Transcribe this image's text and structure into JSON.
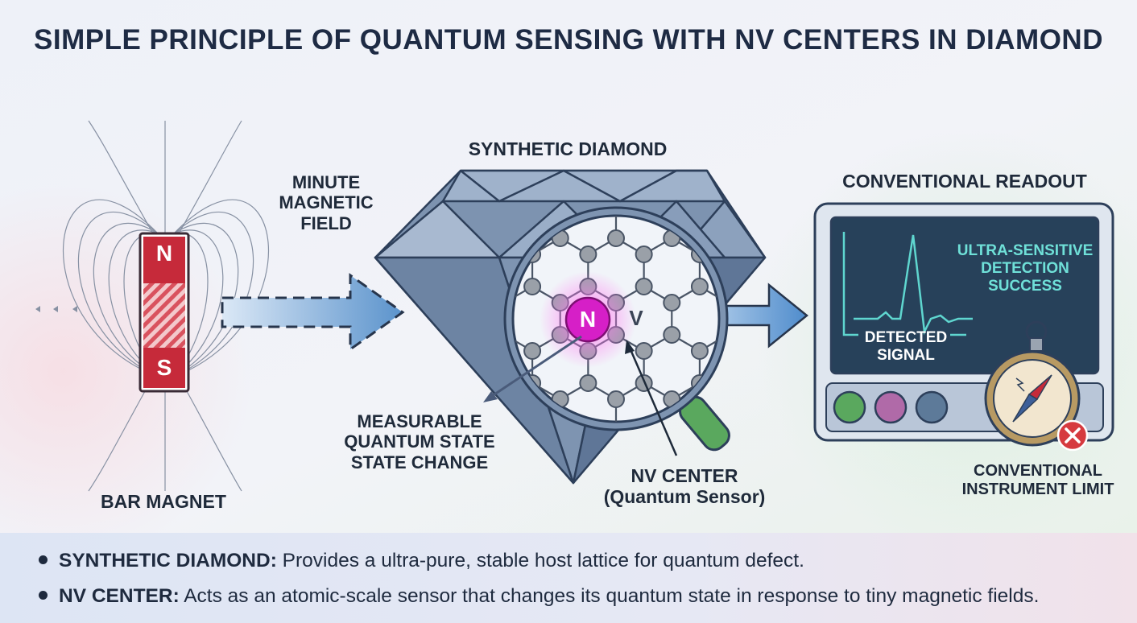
{
  "title": "SIMPLE PRINCIPLE OF QUANTUM SENSING WITH NV CENTERS IN DIAMOND",
  "magnet": {
    "north": "N",
    "south": "S",
    "label": "BAR MAGNET"
  },
  "field_label": [
    "MINUTE",
    "MAGNETIC",
    "FIELD"
  ],
  "diamond": {
    "label": "SYNTHETIC DIAMOND",
    "atom_n": "N",
    "atom_v": "V"
  },
  "measurable_label": [
    "MEASURABLE",
    "QUANTUM STATE",
    "STATE CHANGE"
  ],
  "nv_label": [
    "NV CENTER",
    "(Quantum Sensor)"
  ],
  "readout": {
    "label": "CONVENTIONAL READOUT",
    "screen_text": [
      "ULTRA-SENSITIVE",
      "DETECTION",
      "SUCCESS"
    ],
    "signal_text": [
      "DETECTED",
      "SIGNAL"
    ],
    "limit_label": [
      "CONVENTIONAL",
      "INSTRUMENT LIMIT"
    ]
  },
  "bullets": [
    {
      "term": "SYNTHETIC DIAMOND:",
      "text": " Provides a ultra-pure, stable host lattice for quantum defect."
    },
    {
      "term": "NV CENTER:",
      "text": " Acts as an atomic-scale sensor that changes its quantum state in response to tiny magnetic fields."
    }
  ],
  "colors": {
    "title": "#1e2b44",
    "magnet_red": "#c62a3a",
    "diamond": "#6f87a6",
    "nv_magenta": "#d61fc7",
    "screen": "#27415a",
    "trace": "#5fd6cf",
    "arrow": "#5b93cc"
  }
}
